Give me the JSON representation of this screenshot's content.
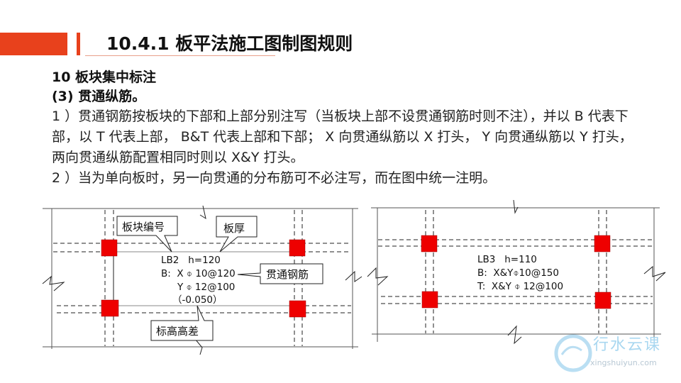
{
  "header": {
    "title": "10.4.1  板平法施工图制图规则"
  },
  "section": {
    "heading": "10 板块集中标注",
    "subheading": "(3) 贯通纵筋。"
  },
  "body": {
    "para1": "1 ）贯通钢筋按板块的下部和上部分别注写（当板块上部不设贯通钢筋时则不注），并以 B 代表下部，以 T 代表上部， B&T 代表上部和下部； X 向贯通纵筋以 X 打头， Y 向贯通纵筋以 Y 打头，两向贯通纵筋配置相同时则以 X&Y 打头。",
    "para2": "2 ）当为单向板时，另一向贯通的分布筋可不必注写，而在图中统一注明。"
  },
  "diagram_left": {
    "callout_slab_no": "板块编号",
    "callout_thickness": "板厚",
    "callout_rebar": "贯通钢筋",
    "callout_elevation": "标高高差",
    "line1": "LB2   h=120",
    "line2": "B:  X ⌽ 10@120",
    "line3": "Y ⌽ 12@100",
    "line4": "（-0.050）"
  },
  "diagram_right": {
    "line1": "LB3   h=110",
    "line2": "B:  X&Y⌽10@150",
    "line3": "T:  X&Y ⌽ 12@100"
  },
  "watermark": {
    "cn": "行水云课",
    "en": "xingshuiyun.com"
  },
  "colors": {
    "accent": "#e8411c",
    "column": "#ee0000"
  }
}
